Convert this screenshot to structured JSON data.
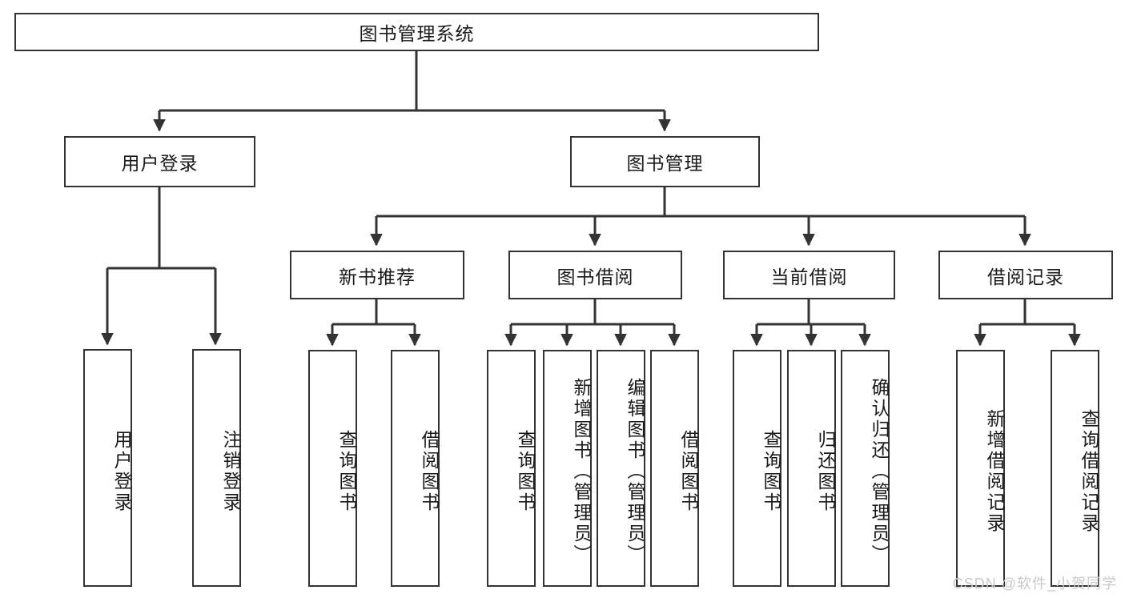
{
  "diagram": {
    "type": "tree-hierarchy",
    "title": "图书管理系统",
    "watermark": "CSDN @软件_小贺同学",
    "colors": {
      "stroke": "#333333",
      "fill": "#ffffff",
      "text": "#1a1a1a",
      "watermark": "#c9c9c9"
    },
    "levels": [
      {
        "level": 0,
        "nodes": [
          {
            "id": "root",
            "label": "图书管理系统",
            "orientation": "horizontal"
          }
        ]
      },
      {
        "level": 1,
        "nodes": [
          {
            "id": "user-login",
            "label": "用户登录",
            "orientation": "horizontal",
            "parent": "root"
          },
          {
            "id": "book-manage",
            "label": "图书管理",
            "orientation": "horizontal",
            "parent": "root"
          }
        ]
      },
      {
        "level": 2,
        "nodes": [
          {
            "id": "new-book-rec",
            "label": "新书推荐",
            "orientation": "horizontal",
            "parent": "book-manage"
          },
          {
            "id": "book-borrow",
            "label": "图书借阅",
            "orientation": "horizontal",
            "parent": "book-manage"
          },
          {
            "id": "current-borrow",
            "label": "当前借阅",
            "orientation": "horizontal",
            "parent": "book-manage"
          },
          {
            "id": "borrow-record",
            "label": "借阅记录",
            "orientation": "horizontal",
            "parent": "book-manage"
          }
        ]
      },
      {
        "level": 3,
        "nodes": [
          {
            "id": "leaf-user-login",
            "label": "用户登录",
            "orientation": "vertical",
            "parent": "user-login"
          },
          {
            "id": "leaf-logout",
            "label": "注销登录",
            "orientation": "vertical",
            "parent": "user-login"
          },
          {
            "id": "leaf-query-book-1",
            "label": "查询图书",
            "orientation": "vertical",
            "parent": "new-book-rec"
          },
          {
            "id": "leaf-borrow-book-1",
            "label": "借阅图书",
            "orientation": "vertical",
            "parent": "new-book-rec"
          },
          {
            "id": "leaf-query-book-2",
            "label": "查询图书",
            "orientation": "vertical",
            "parent": "book-borrow"
          },
          {
            "id": "leaf-add-book",
            "label": "新增图书（管理员）",
            "orientation": "vertical",
            "parent": "book-borrow"
          },
          {
            "id": "leaf-edit-book",
            "label": "编辑图书（管理员）",
            "orientation": "vertical",
            "parent": "book-borrow"
          },
          {
            "id": "leaf-borrow-book-2",
            "label": "借阅图书",
            "orientation": "vertical",
            "parent": "book-borrow"
          },
          {
            "id": "leaf-query-book-3",
            "label": "查询图书",
            "orientation": "vertical",
            "parent": "current-borrow"
          },
          {
            "id": "leaf-return-book",
            "label": "归还图书",
            "orientation": "vertical",
            "parent": "current-borrow"
          },
          {
            "id": "leaf-confirm-return",
            "label": "确认归还（管理员）",
            "orientation": "vertical",
            "parent": "current-borrow"
          },
          {
            "id": "leaf-add-record",
            "label": "新增借阅记录",
            "orientation": "vertical",
            "parent": "borrow-record"
          },
          {
            "id": "leaf-query-record",
            "label": "查询借阅记录",
            "orientation": "vertical",
            "parent": "borrow-record"
          }
        ]
      }
    ]
  }
}
